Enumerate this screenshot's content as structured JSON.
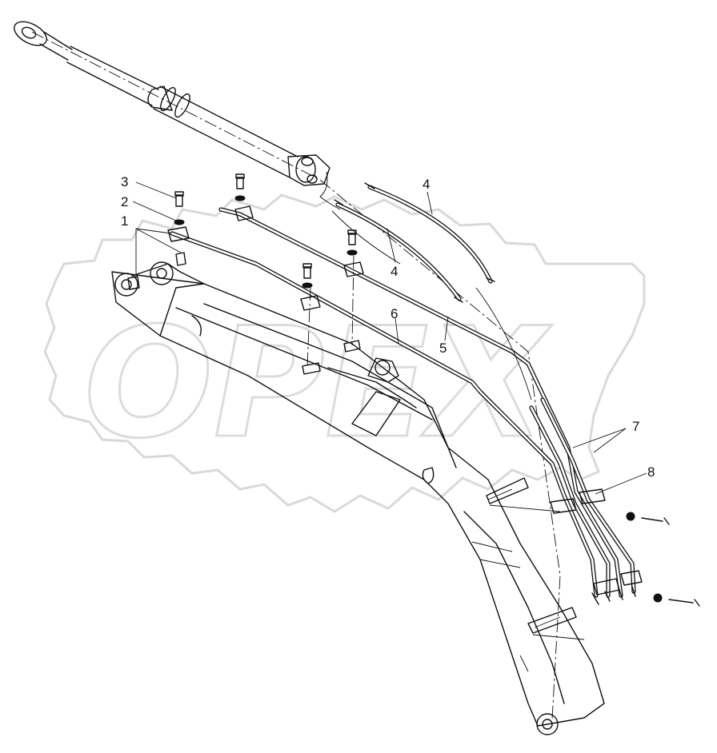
{
  "watermark": {
    "text": "OPEX"
  },
  "callouts": [
    {
      "id": "c1",
      "label": "1"
    },
    {
      "id": "c2",
      "label": "2"
    },
    {
      "id": "c3",
      "label": "3"
    },
    {
      "id": "c4a",
      "label": "4"
    },
    {
      "id": "c4b",
      "label": "4"
    },
    {
      "id": "c5",
      "label": "5"
    },
    {
      "id": "c6",
      "label": "6"
    },
    {
      "id": "c7",
      "label": "7"
    },
    {
      "id": "c8",
      "label": "8"
    }
  ]
}
